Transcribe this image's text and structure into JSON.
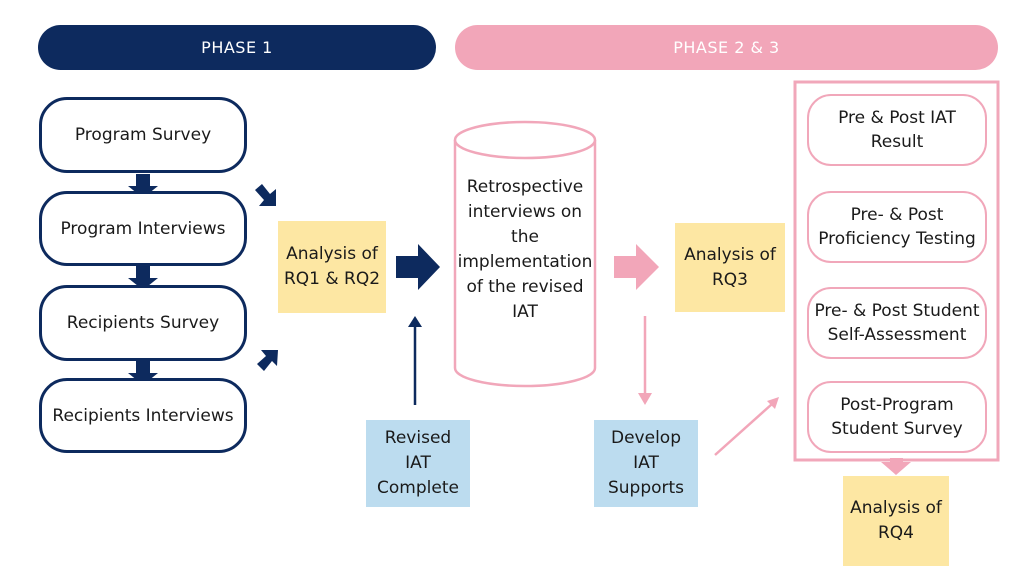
{
  "phases": {
    "phase1": "PHASE 1",
    "phase23": "PHASE 2 & 3"
  },
  "phase1_boxes": [
    "Program Survey",
    "Program Interviews",
    "Recipients Survey",
    "Recipients Interviews"
  ],
  "analysis_rq12": "Analysis of\nRQ1 & RQ2",
  "revised_iat": "Revised\nIAT\nComplete",
  "retrospective": "Retrospective\ninterviews on\nthe\nimplementation\nof the revised\nIAT",
  "analysis_rq3": "Analysis of\nRQ3",
  "develop_iat": "Develop\nIAT\nSupports",
  "phase3_boxes": [
    "Pre & Post IAT\nResult",
    "Pre- & Post\nProficiency Testing",
    "Pre- & Post Student\nSelf-Assessment",
    "Post-Program\nStudent Survey"
  ],
  "analysis_rq4": "Analysis of\nRQ4",
  "colors": {
    "navy": "#0d2a5e",
    "pink": "#f2a6b9",
    "yellow": "#fde7a3",
    "blue": "#bcdcef"
  }
}
